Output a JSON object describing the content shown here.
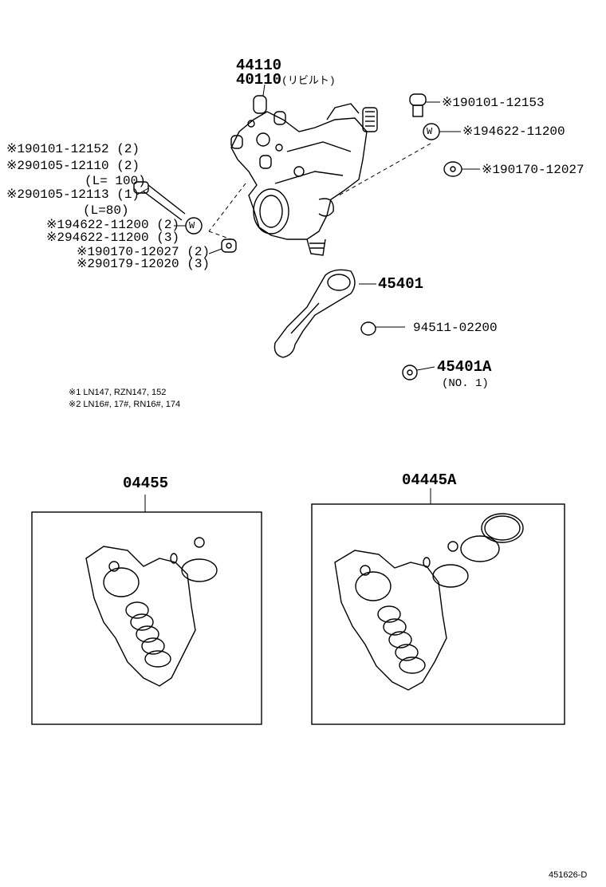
{
  "main_assembly": {
    "part_no": "44110",
    "rebuilt_part_no": "40110",
    "rebuilt_suffix": "(リビルト)"
  },
  "callouts": {
    "bolt_top_right": "※190101-12153",
    "washer_right": "※194622-11200",
    "nut_right": "※190170-12027",
    "bolt1": "※190101-12152 (2)",
    "bolt2": "※290105-12110 (2)",
    "bolt2_length": "(L= 100)",
    "bolt3": "※290105-12113 (1)",
    "bolt3_length": "(L=80)",
    "washer1": "※194622-11200 (2)",
    "washer2": "※294622-11200 (3)",
    "nut1": "※190170-12027 (2)",
    "nut2": "※290179-12020 (3)",
    "pitman_arm": "45401",
    "pitman_washer": "94511-02200",
    "pitman_nut": "45401A",
    "pitman_nut_note": "(NO. 1)"
  },
  "notes": {
    "note1": "※1  LN147, RZN147, 152",
    "note2": "※2  LN16#, 17#, RN16#, 174"
  },
  "kits": {
    "kit_left": "04455",
    "kit_right": "04445A"
  },
  "footer": {
    "drawing_ref": "451626-D"
  },
  "icons": {
    "washer_symbol": "W"
  }
}
